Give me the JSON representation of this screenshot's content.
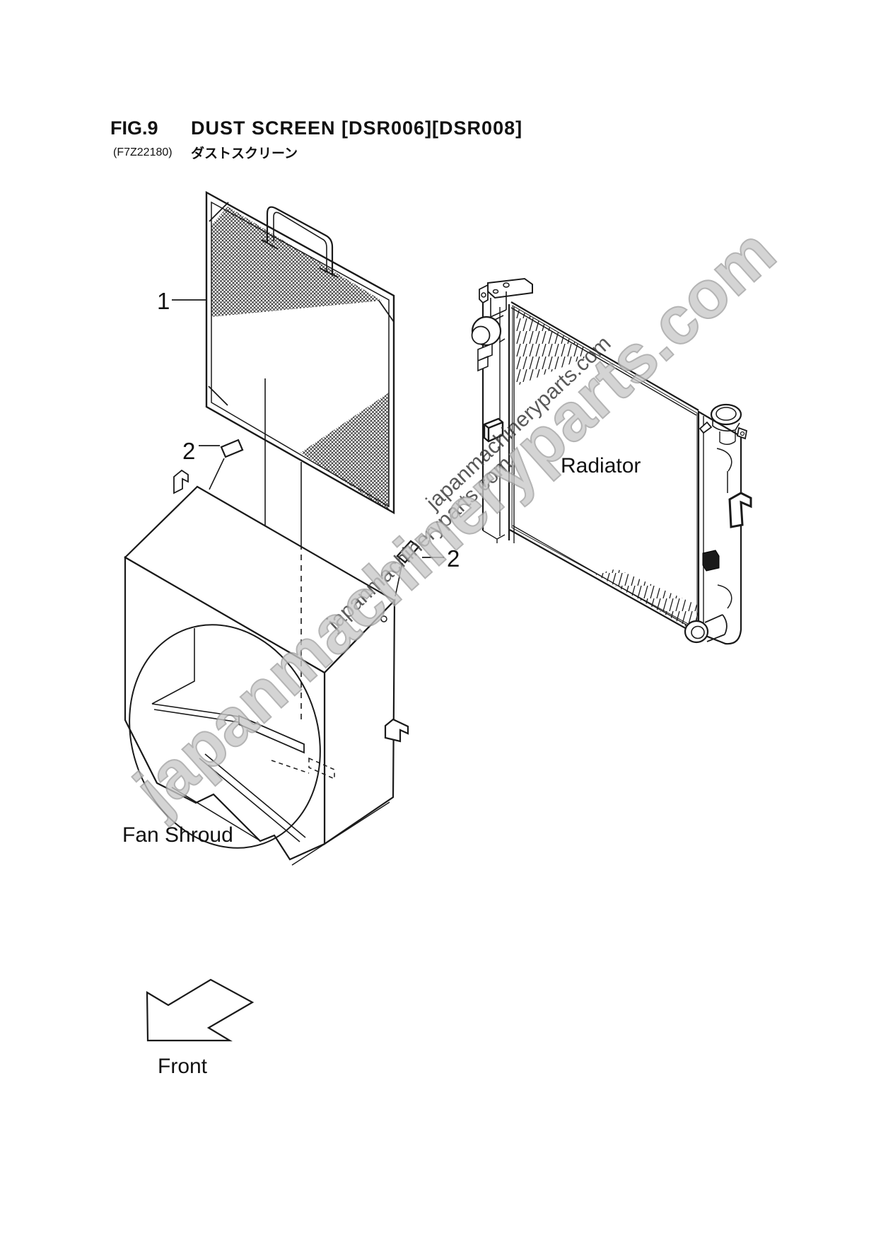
{
  "page": {
    "background": "#ffffff",
    "line_color": "#1a1a1a"
  },
  "header": {
    "figure_label": "FIG.9",
    "title": "DUST SCREEN [DSR006][DSR008]",
    "figure_code": "(F7Z22180)",
    "title_japanese": "ダストスクリーン"
  },
  "diagram": {
    "part_labels": [
      {
        "id": "1",
        "label": "1",
        "part": "dust-screen"
      },
      {
        "id": "2a",
        "label": "2",
        "part": "clip-upper"
      },
      {
        "id": "2b",
        "label": "2",
        "part": "clip-lower"
      }
    ],
    "component_names": {
      "radiator": "Radiator",
      "fan_shroud": "Fan Shroud"
    },
    "direction_label": "Front"
  },
  "watermark": {
    "text": "japanmachineryparts.com",
    "large_color": "#c9c9c9",
    "small_color": "#3d3d3d"
  }
}
